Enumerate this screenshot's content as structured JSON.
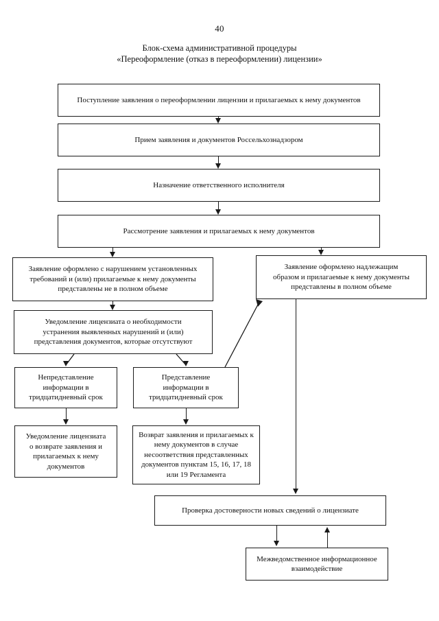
{
  "document": {
    "page_number": "40",
    "title_line_1": "Блок-схема административной процедуры",
    "title_line_2": "«Переоформление (отказ в переоформлении) лицензии»"
  },
  "chart_data": {
    "type": "diagram",
    "title": "Блок-схема административной процедуры «Переоформление (отказ в переоформлении) лицензии»",
    "nodes": [
      {
        "id": "n1",
        "text": "Поступление заявления о переоформлении лицензии и прилагаемых к нему документов"
      },
      {
        "id": "n2",
        "text": "Прием заявления и документов Россельхознадзором"
      },
      {
        "id": "n3",
        "text": "Назначение ответственного исполнителя"
      },
      {
        "id": "n4",
        "text": "Рассмотрение заявления и прилагаемых к нему документов"
      },
      {
        "id": "n5",
        "text": "Заявление оформлено с нарушением установленных требований и (или) прилагаемые к нему документы представлены не в полном объеме"
      },
      {
        "id": "n6",
        "text": "Заявление оформлено надлежащим образом и прилагаемые к нему документы представлены в полном объеме"
      },
      {
        "id": "n7",
        "text": "Уведомление лицензиата о необходимости устранения выявленных нарушений и (или) представления документов, которые отсутствуют"
      },
      {
        "id": "n8",
        "text": "Непредставление информации в тридцатидневный срок"
      },
      {
        "id": "n9",
        "text": "Представление информации в тридцатидневный срок"
      },
      {
        "id": "n10",
        "text": "Уведомление лицензиата о возврате заявления и прилагаемых к нему документов"
      },
      {
        "id": "n11",
        "text": "Возврат заявления и прилагаемых к нему документов в случае несоответствия представленных документов пунктам 15, 16, 17, 18 или 19 Регламента"
      },
      {
        "id": "n12",
        "text": "Проверка достоверности новых сведений о лицензиате"
      },
      {
        "id": "n13",
        "text": "Межведомственное информационное взаимодействие"
      }
    ],
    "edges": [
      {
        "from": "n1",
        "to": "n2"
      },
      {
        "from": "n2",
        "to": "n3"
      },
      {
        "from": "n3",
        "to": "n4"
      },
      {
        "from": "n4",
        "to": "n5"
      },
      {
        "from": "n4",
        "to": "n6"
      },
      {
        "from": "n5",
        "to": "n7"
      },
      {
        "from": "n7",
        "to": "n8"
      },
      {
        "from": "n7",
        "to": "n9"
      },
      {
        "from": "n8",
        "to": "n10"
      },
      {
        "from": "n9",
        "to": "n11"
      },
      {
        "from": "n9",
        "to": "n6"
      },
      {
        "from": "n6",
        "to": "n12"
      },
      {
        "from": "n12",
        "to": "n13"
      },
      {
        "from": "n13",
        "to": "n12"
      }
    ]
  },
  "nodes": {
    "n1": "Поступление заявления о переоформлении лицензии и прилагаемых к нему документов",
    "n2": "Прием заявления и документов Россельхознадзором",
    "n3": "Назначение ответственного исполнителя",
    "n4": "Рассмотрение заявления и прилагаемых к нему документов",
    "n5_l1": "Заявление оформлено с нарушением установленных",
    "n5_l2": "требований и (или) прилагаемые к нему документы",
    "n5_l3": "представлены не в полном объеме",
    "n6_l1": "Заявление оформлено надлежащим",
    "n6_l2": "образом и прилагаемые к нему документы",
    "n6_l3": "представлены в полном объеме",
    "n7_l1": "Уведомление лицензиата о необходимости",
    "n7_l2": "устранения выявленных нарушений и (или)",
    "n7_l3": "представления документов, которые отсутствуют",
    "n8_l1": "Непредставление",
    "n8_l2": "информации в",
    "n8_l3": "тридцатидневный срок",
    "n9_l1": "Представление",
    "n9_l2": "информации в",
    "n9_l3": "тридцатидневный срок",
    "n10_l1": "Уведомление лицензиата",
    "n10_l2": "о возврате заявления и",
    "n10_l3": "прилагаемых к нему",
    "n10_l4": "документов",
    "n11_l1": "Возврат заявления и прилагаемых к",
    "n11_l2": "нему документов в случае",
    "n11_l3": "несоответствия представленных",
    "n11_l4": "документов пунктам 15, 16, 17, 18",
    "n11_l5": "или 19 Регламента",
    "n12": "Проверка достоверности новых сведений о лицензиате",
    "n13_l1": "Межведомственное информационное",
    "n13_l2": "взаимодействие"
  }
}
